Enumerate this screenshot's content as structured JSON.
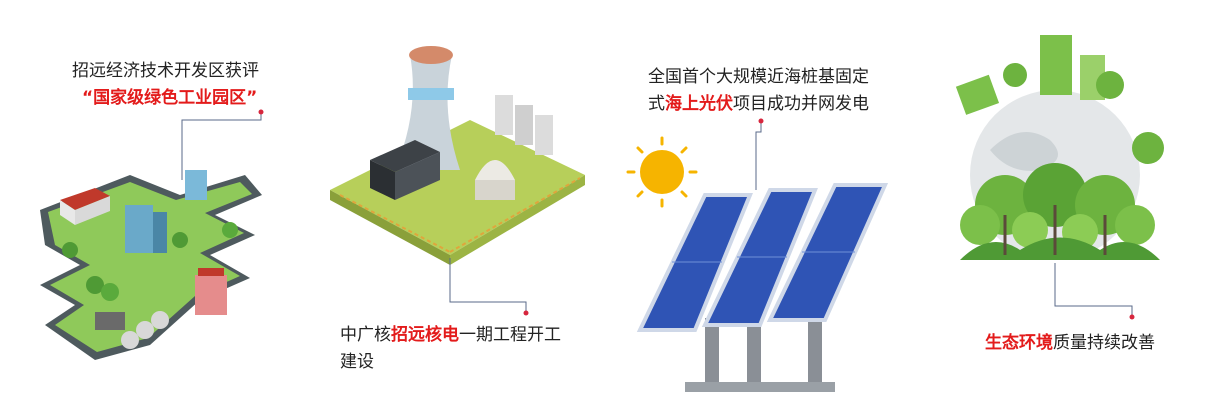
{
  "panels": [
    {
      "line1": "招远经济技术开发区获评",
      "line2_highlight": "“国家级绿色工业园区”",
      "icon": "industrial-park-illustration"
    },
    {
      "prefix": "中广核",
      "highlight": "招远核电",
      "suffix": "一期工程开工",
      "line2": "建设",
      "icon": "nuclear-plant-illustration"
    },
    {
      "line1": "全国首个大规模近海桩基固定",
      "prefix": "式",
      "highlight": "海上光伏",
      "suffix": "项目成功并网发电",
      "icon": "solar-panel-illustration"
    },
    {
      "highlight": "生态环境",
      "suffix": "质量持续改善",
      "icon": "green-earth-illustration"
    }
  ],
  "colors": {
    "highlight": "#e31b1b",
    "green": "#6ab04c",
    "dot": "#d7263d"
  }
}
